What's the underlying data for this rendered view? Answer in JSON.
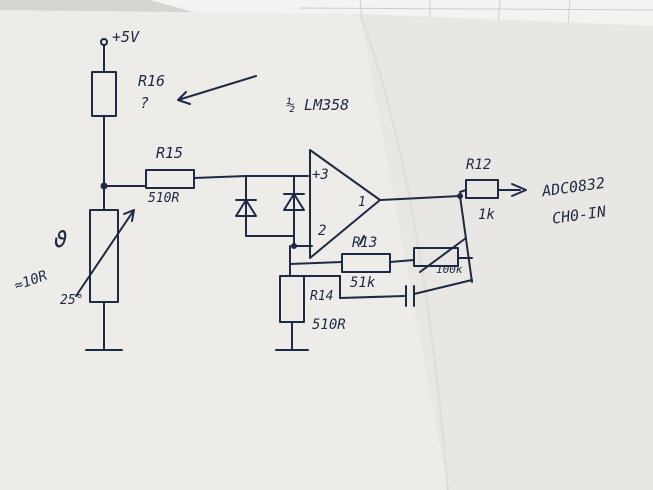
{
  "labels": {
    "supply": "+5V",
    "r16_name": "R16",
    "r16_value": "?",
    "opamp": "½ LM358",
    "r15_name": "R15",
    "r15_value": "510R",
    "noninv_input": "+3",
    "inv_input": "2",
    "output_pin": "1",
    "r13_name": "R13",
    "r13_value": "51k",
    "pot_value": "100k",
    "r12_name": "R12",
    "r12_value": "1k",
    "adc_line1": "ADC0832",
    "adc_line2": "CH0-IN",
    "thermistor_symbol": "ϑ",
    "thermistor_value": "≈10R",
    "thermistor_temp": "25°",
    "r14_name": "R14",
    "r14_value": "510R"
  },
  "colors": {
    "paper": "#eeece9",
    "ink": "#1d2a44",
    "table": "#d8d6d2"
  }
}
